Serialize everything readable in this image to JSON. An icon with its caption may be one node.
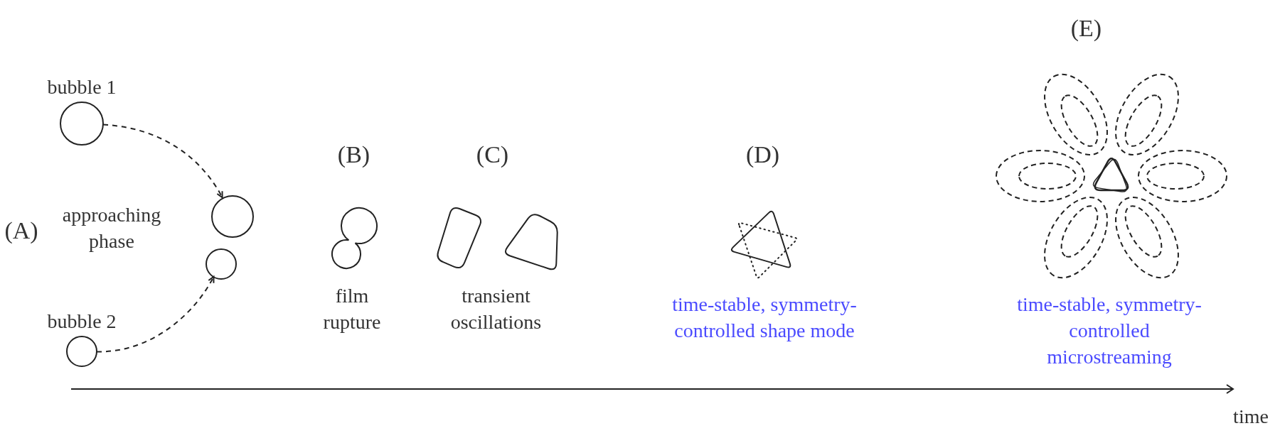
{
  "diagram": {
    "nodes": [
      {
        "text": [
          "bubble 1"
        ]
      },
      {
        "text": [
          "bubble 2"
        ]
      },
      {
        "text": [],
        "shape": "circle"
      },
      {
        "text": [],
        "shape": "circle"
      }
    ],
    "edges": [
      {
        "from": 0,
        "to": 2,
        "arrow": "to",
        "style": "dashed"
      },
      {
        "from": 1,
        "to": 3,
        "arrow": "to",
        "style": "dashed"
      }
    ],
    "labels": [
      "(A)",
      "approaching phase",
      "(B)",
      "film rupture",
      "(C)",
      "transient oscillations",
      "(D)",
      "time-stable, symmetry-controlled shape mode",
      "(E)",
      "time-stable, symmetry-controlled microstreaming",
      "time"
    ]
  }
}
